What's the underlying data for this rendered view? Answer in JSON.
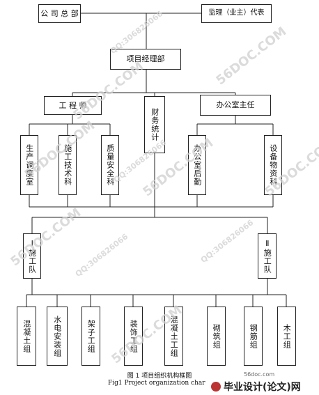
{
  "org_chart": {
    "top": {
      "company": "公 司 总 部",
      "supervisor": "监理（业主）代表"
    },
    "manager": "项目经理部",
    "level2": {
      "engineer": "工 程 师",
      "finance": "财务统计",
      "office_head": "办公室主任"
    },
    "departments": {
      "production": "生产调度室",
      "construction_tech": "施工技术科",
      "quality_safety": "质量安全科",
      "office_admin": "办公室后勤",
      "equipment_materials": "设备物资科"
    },
    "teams": {
      "team1": "Ⅰ施工队",
      "team2": "Ⅱ施工队"
    },
    "groups": [
      "混凝土组",
      "水电安装组",
      "架子工组",
      "装饰工组",
      "混凝土工组",
      "砌筑组",
      "钢筋组",
      "木工组"
    ]
  },
  "captions": {
    "cn": "图 1    项目组织机构框图",
    "en": "Fig1    Project organization char"
  },
  "watermarks": {
    "brand": "56DOC.COM",
    "qq": "QQ:306826066",
    "footer_url": "56doc.com",
    "footer_logo": "毕业设计(论文)网"
  }
}
